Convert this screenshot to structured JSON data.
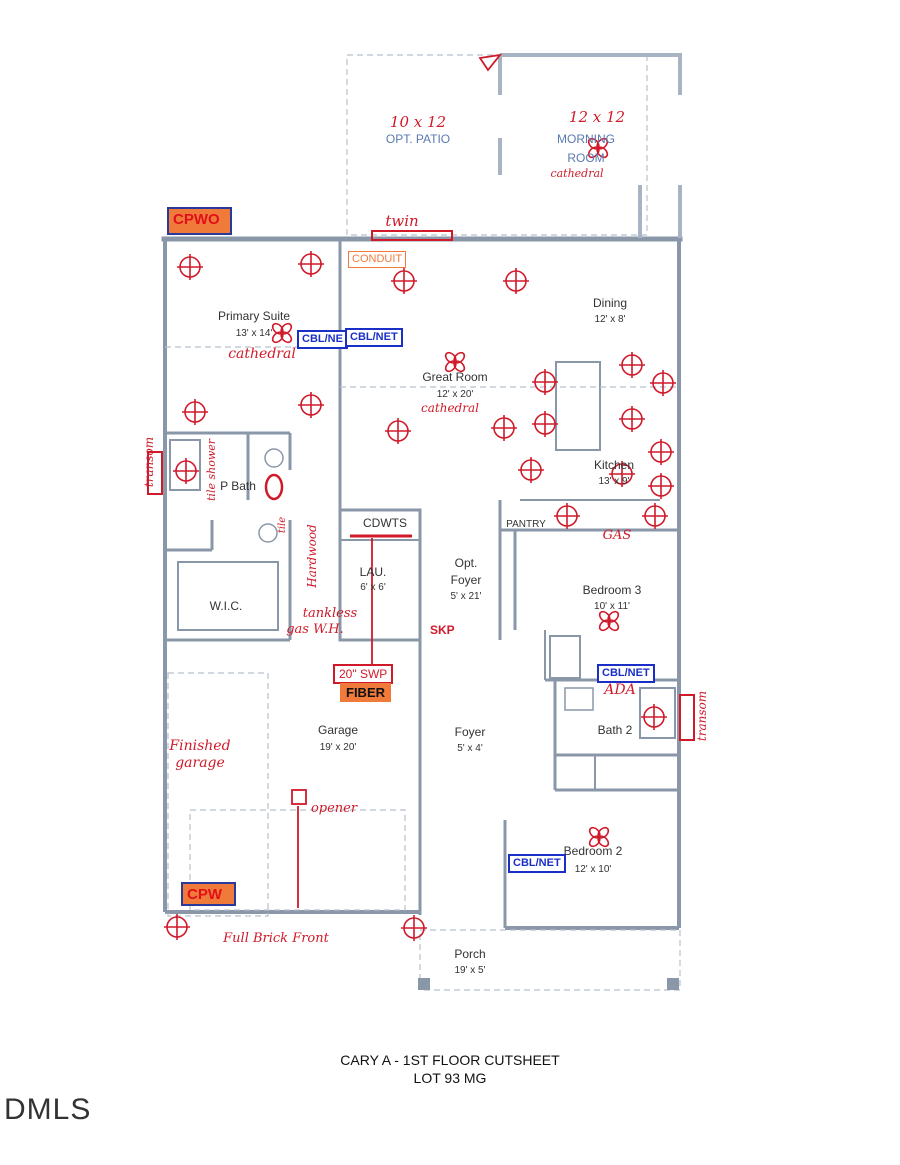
{
  "rooms": {
    "opt_patio": {
      "name": "OPT. PATIO",
      "note": "10 x 12"
    },
    "morning_room": {
      "name_line1": "MORNING",
      "name_line2": "ROOM",
      "note": "12 x 12",
      "note2": "cathedral"
    },
    "primary_suite": {
      "name": "Primary Suite",
      "dims": "13' x 14'",
      "note": "cathedral"
    },
    "dining": {
      "name": "Dining",
      "dims": "12' x 8'"
    },
    "great_room": {
      "name": "Great Room",
      "dims": "12' x 20'",
      "note": "cathedral"
    },
    "kitchen": {
      "name": "Kitchen",
      "dims": "13' x 9'"
    },
    "p_bath": {
      "name": "P Bath"
    },
    "wic": {
      "name": "W.I.C."
    },
    "cdwts": {
      "name": "CDWTS"
    },
    "lau": {
      "name": "LAU.",
      "dims": "6' x 6'"
    },
    "opt_foyer": {
      "name_line1": "Opt.",
      "name_line2": "Foyer",
      "dims": "5' x 21'"
    },
    "pantry": {
      "name": "PANTRY"
    },
    "bedroom3": {
      "name": "Bedroom 3",
      "dims": "10' x 11'"
    },
    "bath2": {
      "name": "Bath 2"
    },
    "garage": {
      "name": "Garage",
      "dims": "19' x 20'"
    },
    "foyer": {
      "name": "Foyer",
      "dims": "5' x 4'"
    },
    "bedroom2": {
      "name": "Bedroom 2",
      "dims": "12' x 10'"
    },
    "porch": {
      "name": "Porch",
      "dims": "19' x 5'"
    }
  },
  "tags": {
    "cpwo": "CPWO",
    "cpw": "CPW",
    "conduit": "CONDUIT",
    "cbl_net_1": "CBL/NE",
    "cbl_net_2": "CBL/NET",
    "cbl_net_3": "CBL/NET",
    "cbl_net_4": "CBL/NET",
    "swp": "20\" SWP",
    "fiber": "FIBER",
    "skp": "SKP"
  },
  "annotations": {
    "twin": "twin",
    "transom_left": "transom",
    "transom_right": "transom",
    "tile_shower": "tile shower",
    "tile": "tile",
    "hardwood": "Hardwood",
    "tankless": "tankless",
    "gas_wh": "gas W.H.",
    "gas": "GAS",
    "ada": "ADA",
    "finished_garage_1": "Finished",
    "finished_garage_2": "garage",
    "opener": "opener",
    "full_brick": "Full Brick Front"
  },
  "caption": {
    "line1": "CARY A - 1ST FLOOR CUTSHEET",
    "line2": "LOT 93 MG"
  },
  "watermark": "DMLS",
  "colors": {
    "wall": "#9aa7b8",
    "annotation": "#d01a2a",
    "blue_tag": "#1a2fc8",
    "orange_tag": "#f07a3a"
  }
}
